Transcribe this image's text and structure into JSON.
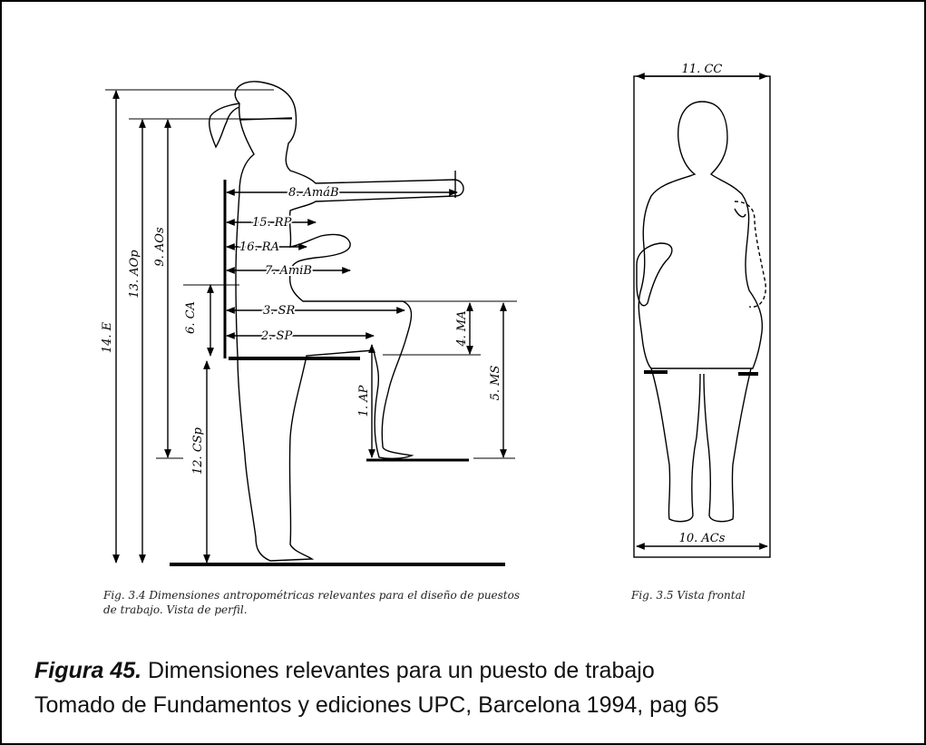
{
  "profile_view": {
    "dimensions": [
      "14. E",
      "13. AOp",
      "9. AOs",
      "6. CA",
      "12. CSp",
      "8. AmáB",
      "15. RP",
      "16. RA",
      "7. AmiB",
      "3. SR",
      "2. SP",
      "4. MA",
      "5. MS",
      "1. AP"
    ]
  },
  "frontal_view": {
    "dimensions": [
      "11. CC",
      "10. ACs"
    ]
  },
  "fig34_caption": "Fig. 3.4  Dimensiones antropométricas relevantes para el diseño de puestos de trabajo. Vista de perfil.",
  "fig35_caption": "Fig. 3.5  Vista frontal",
  "caption": {
    "label": "Figura 45.",
    "title": "Dimensiones relevantes para un puesto de trabajo",
    "source": "Tomado de Fundamentos y ediciones UPC, Barcelona 1994, pag 65"
  },
  "colors": {
    "ink": "#000000",
    "background": "#ffffff"
  }
}
